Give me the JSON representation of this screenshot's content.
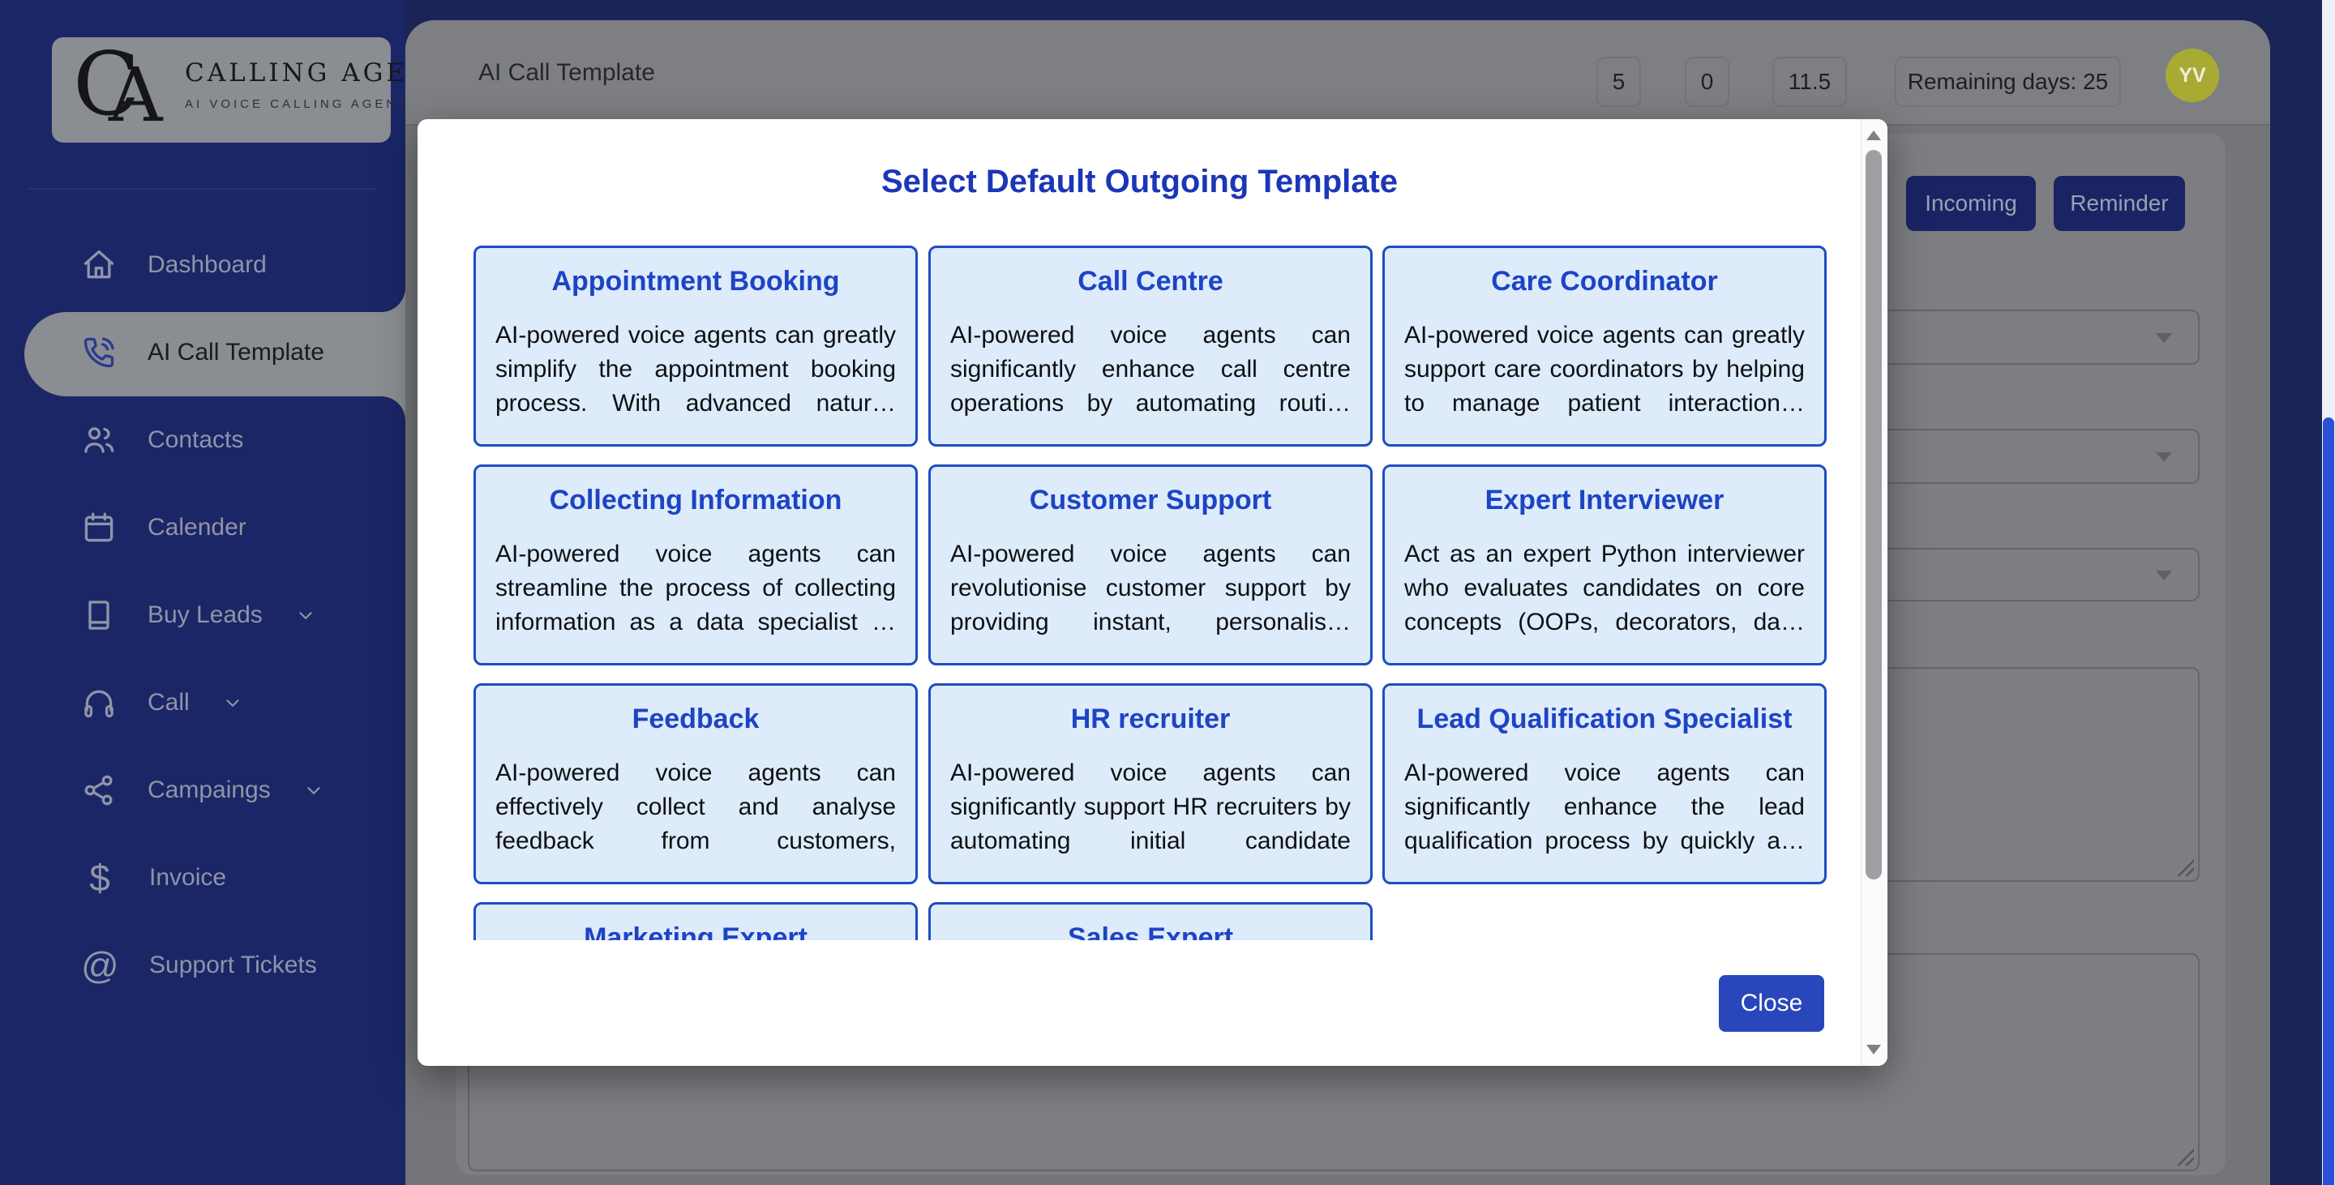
{
  "logo": {
    "monogram_c": "C",
    "monogram_a": "A",
    "title": "CALLING AGENTS",
    "subtitle": "AI VOICE CALLING AGENT"
  },
  "sidebar": {
    "items": [
      {
        "label": "Dashboard",
        "icon": "home",
        "active": false,
        "chevron": false
      },
      {
        "label": "AI Call Template",
        "icon": "phone",
        "active": true,
        "chevron": false
      },
      {
        "label": "Contacts",
        "icon": "people",
        "active": false,
        "chevron": false
      },
      {
        "label": "Calender",
        "icon": "calendar",
        "active": false,
        "chevron": false
      },
      {
        "label": "Buy Leads",
        "icon": "book",
        "active": false,
        "chevron": true
      },
      {
        "label": "Call",
        "icon": "headphones",
        "active": false,
        "chevron": true
      },
      {
        "label": "Campaings",
        "icon": "share",
        "active": false,
        "chevron": true
      },
      {
        "label": "Invoice",
        "icon": "dollar",
        "active": false,
        "chevron": false
      },
      {
        "label": "Support Tickets",
        "icon": "at",
        "active": false,
        "chevron": false
      }
    ]
  },
  "header": {
    "title": "AI Call Template",
    "stats": [
      {
        "value": "5"
      },
      {
        "value": "0"
      },
      {
        "value": "11.5"
      }
    ],
    "remaining_days": "Remaining days: 25",
    "avatar_initials": "YV"
  },
  "form": {
    "incoming_label": "Incoming",
    "reminder_label": "Reminder"
  },
  "modal": {
    "title": "Select Default Outgoing Template",
    "close_label": "Close",
    "cards": [
      {
        "title": "Appointment Booking",
        "body": "AI-powered voice agents can greatly simplify the appointment booking process. With advanced natur…"
      },
      {
        "title": "Call Centre",
        "body": "AI-powered voice agents can significantly enhance call centre operations by automating routi…"
      },
      {
        "title": "Care Coordinator",
        "body": "AI-powered voice agents can greatly support care coordinators by helping to manage patient interaction…"
      },
      {
        "title": "Collecting Information",
        "body": "AI-powered voice agents can streamline the process of collecting information as a data specialist …"
      },
      {
        "title": "Customer Support",
        "body": "AI-powered voice agents can revolutionise customer support by providing instant, personalis…"
      },
      {
        "title": "Expert Interviewer",
        "body": "Act as an expert Python interviewer who evaluates candidates on core concepts (OOPs, decorators, da…"
      },
      {
        "title": "Feedback",
        "body": "AI-powered voice agents can effectively collect and analyse feedback from customers, employee…"
      },
      {
        "title": "HR recruiter",
        "body": "AI-powered voice agents can significantly support HR recruiters by automating initial candidate screenin…"
      },
      {
        "title": "Lead Qualification Specialist",
        "body": "AI-powered voice agents can significantly enhance the lead qualification process by quickly a…"
      },
      {
        "title": "Marketing Expert"
      },
      {
        "title": "Sales Expert"
      }
    ]
  },
  "colors": {
    "sidebar_navy": "#1b2666",
    "modal_title_blue": "#1c36b8",
    "card_border_blue": "#1d4dc0",
    "card_bg_blue": "#ddebfb",
    "close_button_blue": "#2947ba",
    "avatar_olive": "#a9aa33",
    "scrollbar_blue": "#2b50d7"
  }
}
